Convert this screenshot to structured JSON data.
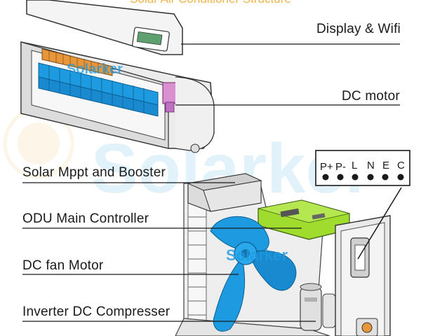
{
  "title": "Solar Air Conditioner Structure",
  "watermarks": {
    "main": "Solarker",
    "small_top": "Solarker",
    "small_bottom": "Solarker"
  },
  "labels": {
    "display_wifi": "Display & Wifi",
    "dc_motor": "DC motor",
    "solar_mppt": "Solar Mppt and Booster",
    "odu_controller": "ODU Main Controller",
    "dc_fan_motor": "DC fan Motor",
    "compressor": "Inverter DC Compresser"
  },
  "terminals": [
    "P+",
    "P-",
    "L",
    "N",
    "E",
    "C"
  ],
  "colors": {
    "accent_orange": "#f2b24a",
    "fan_blue": "#1e9be0",
    "board_green": "#9fdc2e",
    "motor_orange": "#e8963a",
    "line": "#1a1a1a"
  }
}
